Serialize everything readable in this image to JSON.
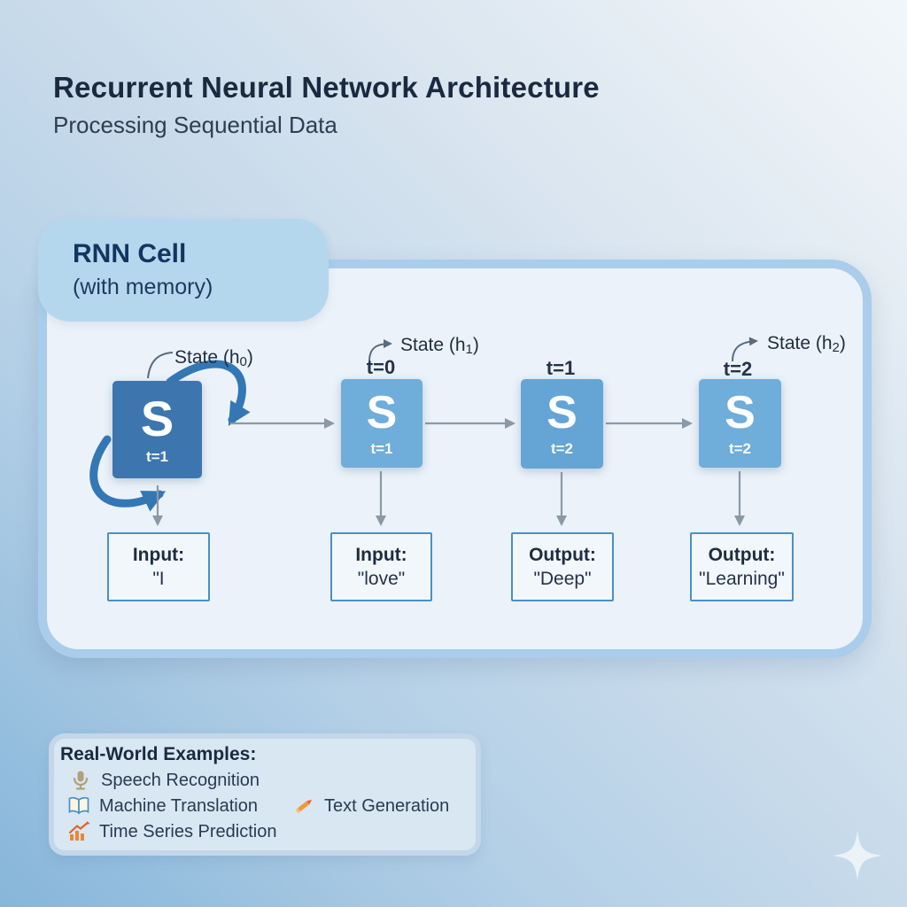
{
  "header": {
    "title": "Recurrent Neural Network Architecture",
    "subtitle": "Processing Sequential Data"
  },
  "rnn_panel": {
    "tab_title": "RNN Cell",
    "tab_subtitle": "(with memory)"
  },
  "cells": [
    {
      "letter": "S",
      "time_label": "t=1"
    },
    {
      "letter": "S",
      "time_label": "t=1"
    },
    {
      "letter": "S",
      "time_label": "t=2"
    },
    {
      "letter": "S",
      "time_label": "t=2"
    }
  ],
  "timestep_labels": [
    "t=0",
    "t=1",
    "t=2"
  ],
  "state_labels": [
    {
      "prefix": "State (h",
      "sub": "0",
      "suffix": ")"
    },
    {
      "prefix": "State (h",
      "sub": "1",
      "suffix": ")"
    },
    {
      "prefix": "State (h",
      "sub": "2",
      "suffix": ")"
    }
  ],
  "io_boxes": [
    {
      "label": "Input:",
      "value": "\"I"
    },
    {
      "label": "Input:",
      "value": "\"love\""
    },
    {
      "label": "Output:",
      "value": "\"Deep\""
    },
    {
      "label": "Output:",
      "value": "\"Learning\""
    }
  ],
  "examples": {
    "title": "Real-World Examples:",
    "items": [
      {
        "icon": "microphone-icon",
        "label": "Speech Recognition"
      },
      {
        "icon": "open-book-icon",
        "label": "Machine Translation"
      },
      {
        "icon": "pencil-icon",
        "label": "Text Generation"
      },
      {
        "icon": "chart-rising-icon",
        "label": "Time Series Prediction"
      }
    ]
  },
  "colors": {
    "cell_primary": "#3d76ae",
    "cell_light": "#6fadda",
    "arrow_blue": "#3377b5",
    "arrow_gray": "#8b99a6",
    "panel_fill": "#ebf2f9",
    "panel_border": "#a9cdea",
    "tab_fill": "#b5d7ee",
    "io_border": "#4a90c3",
    "title_navy": "#1b2940"
  }
}
